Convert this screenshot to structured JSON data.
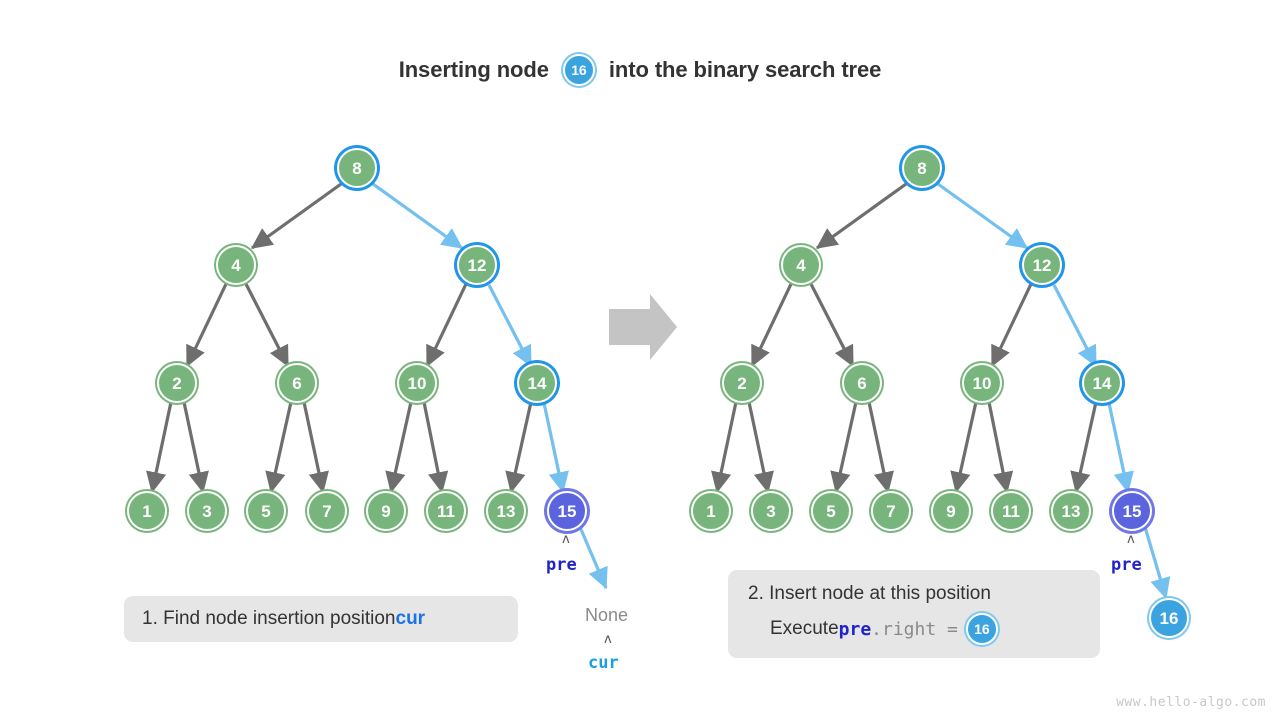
{
  "title": {
    "before": "Inserting node",
    "node_value": "16",
    "after": "into the binary search tree"
  },
  "colors": {
    "node_green": "#78B57C",
    "node_blue": "#3BA4E0",
    "node_purple": "#5B63DF",
    "edge_gray": "#6e6e6e",
    "edge_blue": "#74C0EE",
    "highlight_ring": "#2196e8",
    "caption_bg": "#e6e6e6",
    "pre_label": "#2222cc",
    "cur_label": "#1a9fe0",
    "none_text": "#8a8a8a",
    "block_arrow": "#c4c4c4"
  },
  "transition_arrow": {
    "icon": "right-block-arrow"
  },
  "left_panel": {
    "step_label": "1.",
    "caption_text": "1. Find node insertion position ",
    "caption_code": "cur",
    "pre_label": "pre",
    "cur_label": "cur",
    "none_label": "None",
    "caret": "ʌ",
    "tree": {
      "levels": [
        {
          "nodes": [
            {
              "value": "8",
              "style": "green-hl"
            }
          ]
        },
        {
          "nodes": [
            {
              "value": "4",
              "style": "green"
            },
            {
              "value": "12",
              "style": "green-hl"
            }
          ]
        },
        {
          "nodes": [
            {
              "value": "2",
              "style": "green"
            },
            {
              "value": "6",
              "style": "green"
            },
            {
              "value": "10",
              "style": "green"
            },
            {
              "value": "14",
              "style": "green-hl"
            }
          ]
        },
        {
          "nodes": [
            {
              "value": "1",
              "style": "green"
            },
            {
              "value": "3",
              "style": "green"
            },
            {
              "value": "5",
              "style": "green"
            },
            {
              "value": "7",
              "style": "green"
            },
            {
              "value": "9",
              "style": "green"
            },
            {
              "value": "11",
              "style": "green"
            },
            {
              "value": "13",
              "style": "green"
            },
            {
              "value": "15",
              "style": "purple"
            }
          ]
        }
      ]
    }
  },
  "right_panel": {
    "caption_line1": "2. Insert node at this position",
    "caption_line2_prefix": "Execute ",
    "caption_code_pre": "pre",
    "caption_code_rest": ".right = ",
    "caption_node_value": "16",
    "pre_label": "pre",
    "inserted_node_value": "16",
    "caret": "ʌ",
    "tree": {
      "levels": [
        {
          "nodes": [
            {
              "value": "8",
              "style": "green-hl"
            }
          ]
        },
        {
          "nodes": [
            {
              "value": "4",
              "style": "green"
            },
            {
              "value": "12",
              "style": "green-hl"
            }
          ]
        },
        {
          "nodes": [
            {
              "value": "2",
              "style": "green"
            },
            {
              "value": "6",
              "style": "green"
            },
            {
              "value": "10",
              "style": "green"
            },
            {
              "value": "14",
              "style": "green-hl"
            }
          ]
        },
        {
          "nodes": [
            {
              "value": "1",
              "style": "green"
            },
            {
              "value": "3",
              "style": "green"
            },
            {
              "value": "5",
              "style": "green"
            },
            {
              "value": "7",
              "style": "green"
            },
            {
              "value": "9",
              "style": "green"
            },
            {
              "value": "11",
              "style": "green"
            },
            {
              "value": "13",
              "style": "green"
            },
            {
              "value": "15",
              "style": "purple"
            }
          ]
        }
      ]
    }
  },
  "watermark": "www.hello-algo.com"
}
